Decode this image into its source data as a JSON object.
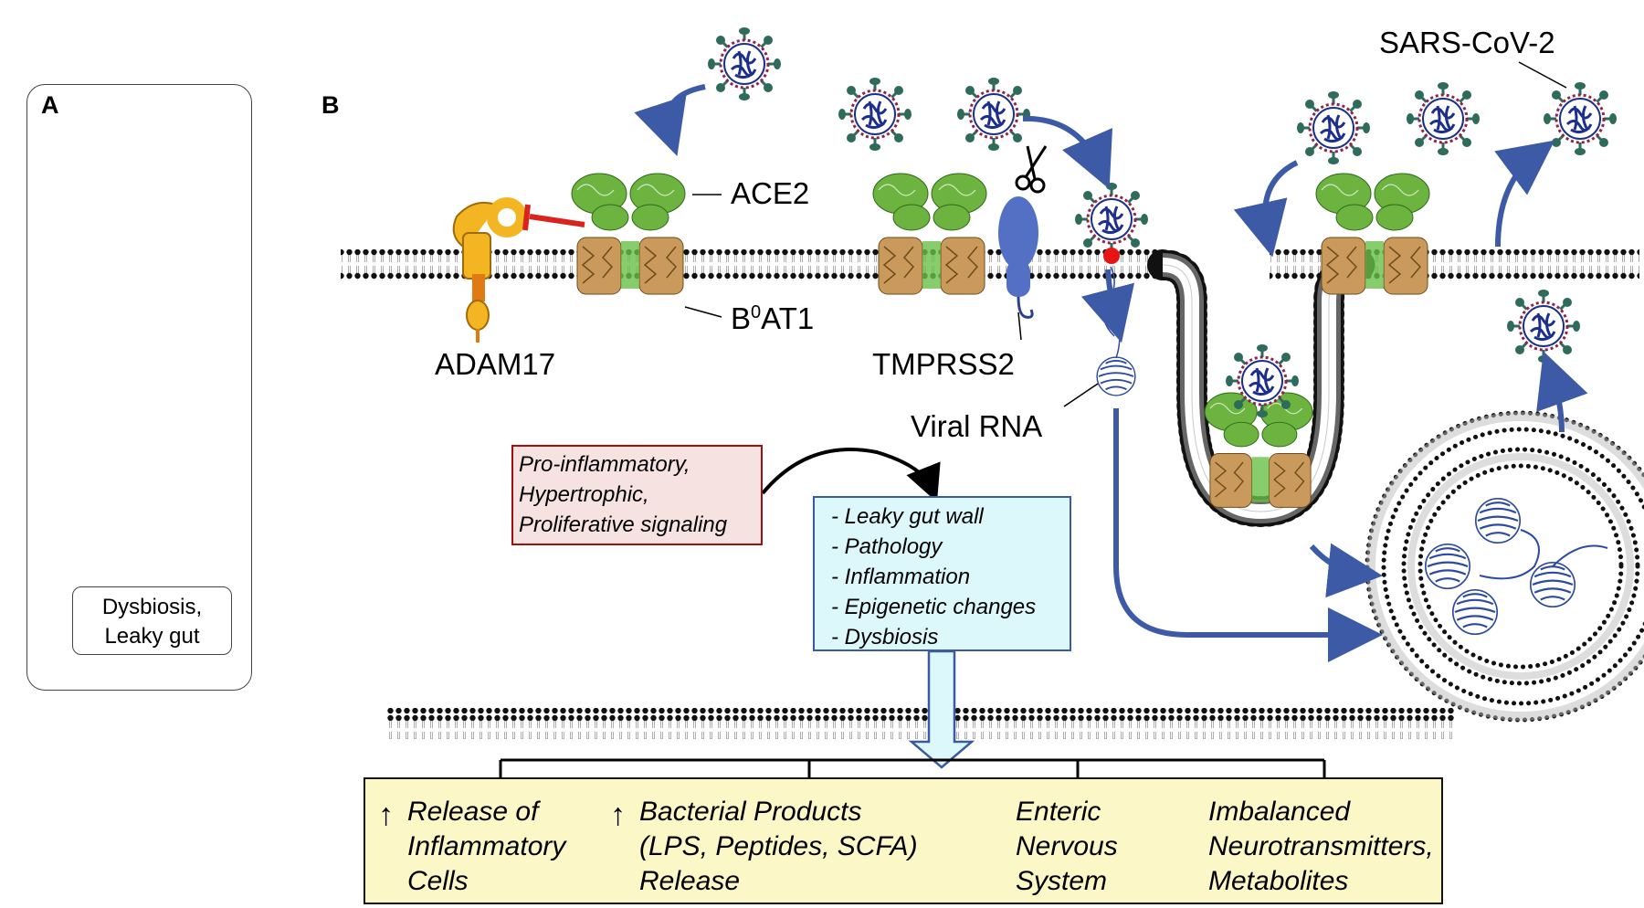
{
  "panel_a": {
    "letter": "A",
    "callout": [
      "Dysbiosis,",
      "Leaky gut"
    ]
  },
  "panel_b": {
    "letter": "B",
    "labels": {
      "sars": "SARS-CoV-2",
      "ace2": "ACE2",
      "b0at1_b": "B",
      "b0at1_sup": "0",
      "b0at1_rest": "AT1",
      "adam17": "ADAM17",
      "tmprss2": "TMPRSS2",
      "viral_rna": "Viral RNA"
    },
    "signaling_box": [
      "Pro-inflammatory,",
      "Hypertrophic,",
      "Proliferative signaling"
    ],
    "effects_box": [
      "- Leaky gut wall",
      "- Pathology",
      "- Inflammation",
      "- Epigenetic changes",
      "- Dysbiosis"
    ],
    "outcomes": [
      {
        "lines": [
          "Release of",
          "Inflammatory",
          "Cells"
        ],
        "arrow": "↑"
      },
      {
        "lines": [
          "Bacterial Products",
          "(LPS, Peptides, SCFA)",
          "Release"
        ],
        "arrow": "↑"
      },
      {
        "lines": [
          "Enteric",
          "Nervous",
          "System"
        ],
        "arrow": ""
      },
      {
        "lines": [
          "Imbalanced",
          "Neurotransmitters,",
          "Metabolites"
        ],
        "arrow": ""
      }
    ]
  },
  "colors": {
    "arrow_blue": "#3c5aa6",
    "inhibit_red": "#d8241c",
    "ace2_green": "#6db33f",
    "b0at1_tan": "#c99a5b",
    "adam17_orange": "#f3b521",
    "tmprss2_blue": "#5470c4",
    "virus_spike": "#2e6b5a"
  }
}
